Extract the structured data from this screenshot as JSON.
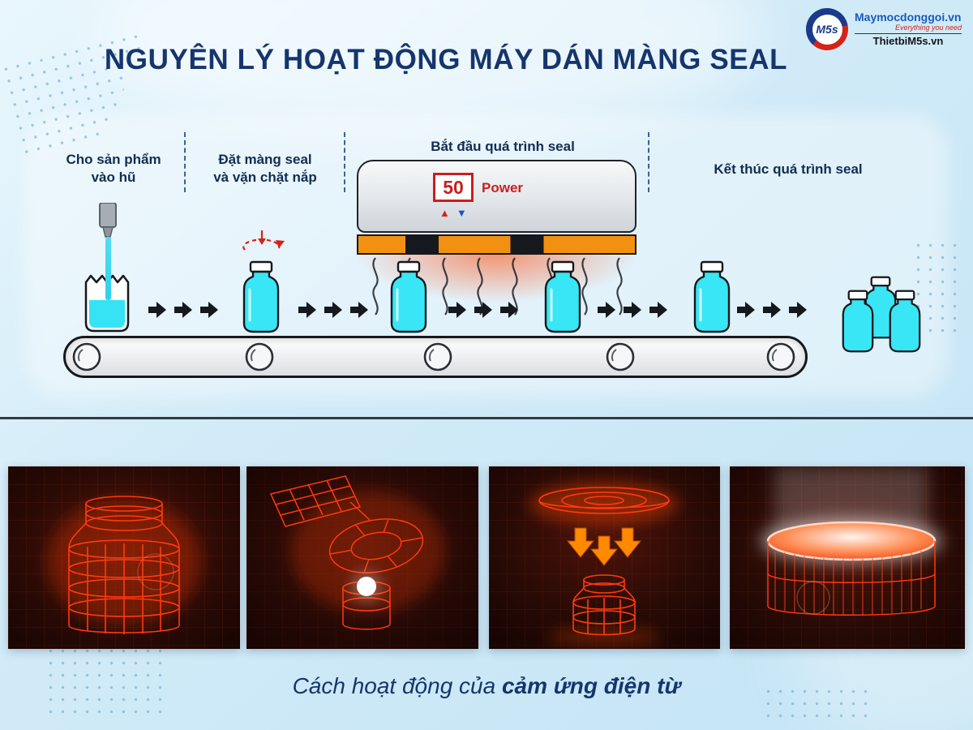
{
  "colors": {
    "title_navy": "#16356d",
    "label_navy": "#132c52",
    "accent_red": "#d42318",
    "accent_blue": "#1b55c8",
    "machine_orange": "#f29111",
    "bottle_cyan": "#38e6f5",
    "wireframe_red": "#ff3a0e",
    "background_blue": "#cfe9f7"
  },
  "header": {
    "title": "NGUYÊN LÝ HOẠT ĐỘNG MÁY DÁN MÀNG SEAL",
    "logo": {
      "monogram": "M5s",
      "site_primary": "Maymocdonggoi.vn",
      "tagline": "Everything you need",
      "site_secondary": "ThietbiM5s.vn"
    }
  },
  "process": {
    "stages": [
      {
        "line1": "Cho sản phẩm",
        "line2": "vào hũ"
      },
      {
        "line1": "Đặt màng seal",
        "line2": "và vặn chặt nắp"
      },
      {
        "line1": "Bắt đầu quá trình seal",
        "line2": ""
      },
      {
        "line1": "Kết thúc quá trình seal",
        "line2": ""
      }
    ],
    "machine": {
      "display_value": "50",
      "display_label": "Power",
      "up_glyph": "▲",
      "down_glyph": "▼"
    }
  },
  "panels": [
    {
      "name": "jar-wireframe"
    },
    {
      "name": "induction-head-wireframe"
    },
    {
      "name": "induction-field-arrows"
    },
    {
      "name": "sealed-cap-closeup"
    }
  ],
  "footer": {
    "caption_prefix": "Cách hoạt động của ",
    "caption_emphasis": "cảm ứng điện từ"
  }
}
